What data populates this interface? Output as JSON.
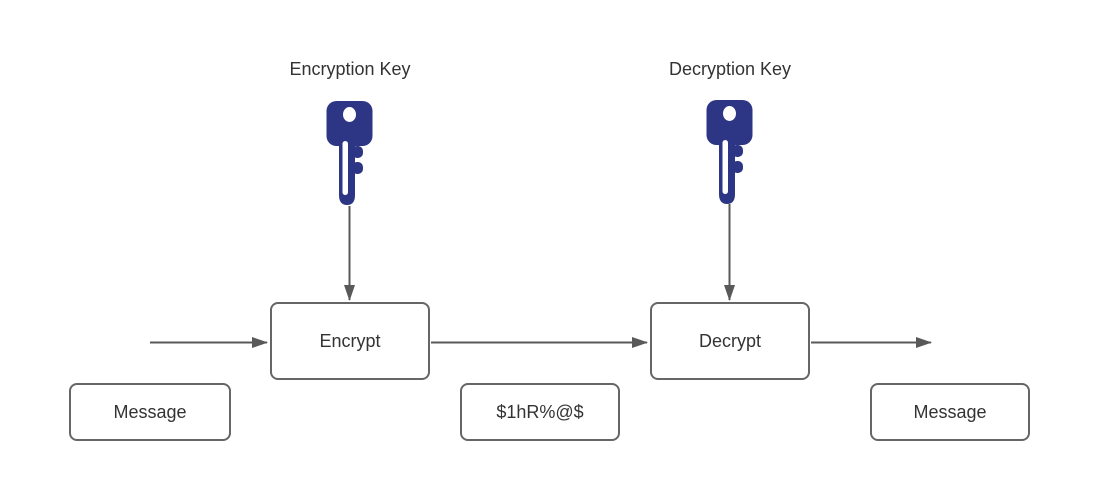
{
  "labels": {
    "encryption_key": "Encryption Key",
    "decryption_key": "Decryption Key"
  },
  "nodes": {
    "encrypt": {
      "label": "Encrypt"
    },
    "decrypt": {
      "label": "Decrypt"
    },
    "message_input": {
      "label": "Message"
    },
    "ciphertext": {
      "label": "$1hR%@$"
    },
    "message_output": {
      "label": "Message"
    }
  },
  "icons": {
    "encryption_key": "key-icon",
    "decryption_key": "key-icon"
  },
  "colors": {
    "key_fill": "#2d3585",
    "box_border": "#666666",
    "box_fill": "#ffffff",
    "arrow": "#595959",
    "text": "#333333",
    "background": "#ffffff"
  }
}
